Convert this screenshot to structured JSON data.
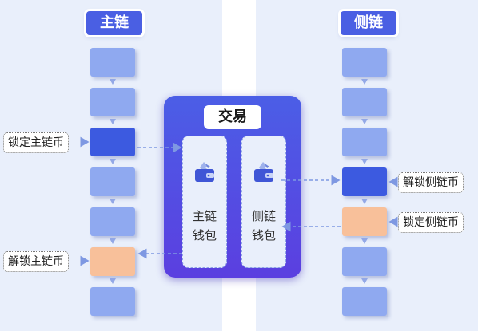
{
  "main_chain": {
    "title": "主链"
  },
  "side_chain": {
    "title": "侧链"
  },
  "exchange": {
    "title": "交易",
    "main_wallet_label": "主链\n钱包",
    "side_wallet_label": "侧链\n钱包"
  },
  "labels": {
    "lock_main": "锁定主链币",
    "unlock_main": "解锁主链币",
    "unlock_side": "解锁侧链币",
    "lock_side": "锁定侧链币"
  },
  "colors": {
    "background_panel": "#e9effb",
    "block_normal": "#8fa9f0",
    "block_highlight": "#3c5ae0",
    "block_orange": "#f8c09a",
    "title_badge": "#4a5fe3",
    "exchange_box": "#4b5ee6",
    "arrow": "#7e98e2"
  },
  "icons": [
    "wallet-icon",
    "arrow-down-icon",
    "dashed-arrow-icon"
  ]
}
